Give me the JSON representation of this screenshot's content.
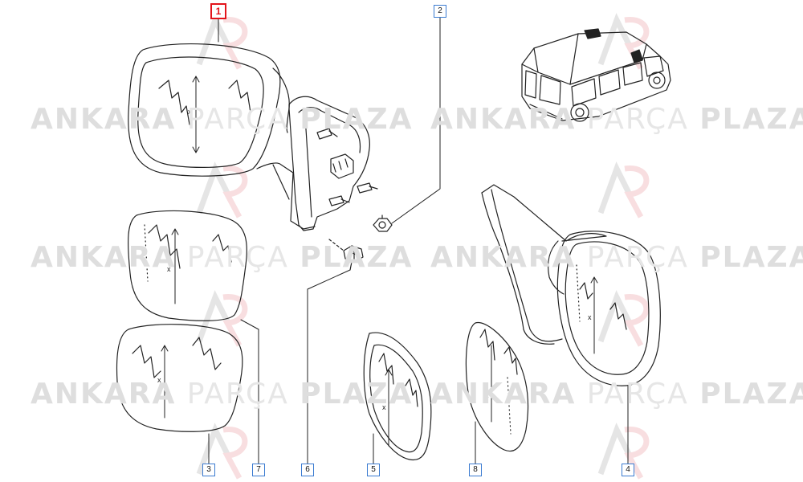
{
  "watermark": {
    "word1": "ANKARA",
    "word2": "PARÇA",
    "word3": "PLAZA"
  },
  "callouts": [
    {
      "id": "1",
      "label": "1",
      "active": true
    },
    {
      "id": "2",
      "label": "2",
      "active": false
    },
    {
      "id": "3",
      "label": "3",
      "active": false
    },
    {
      "id": "4",
      "label": "4",
      "active": false
    },
    {
      "id": "5",
      "label": "5",
      "active": false
    },
    {
      "id": "6",
      "label": "6",
      "active": false
    },
    {
      "id": "7",
      "label": "7",
      "active": false
    },
    {
      "id": "8",
      "label": "8",
      "active": false
    }
  ],
  "colors": {
    "line": "#222222",
    "callout_border": "#3b7bd1",
    "active": "#e3141b",
    "watermark": "#dedede"
  }
}
